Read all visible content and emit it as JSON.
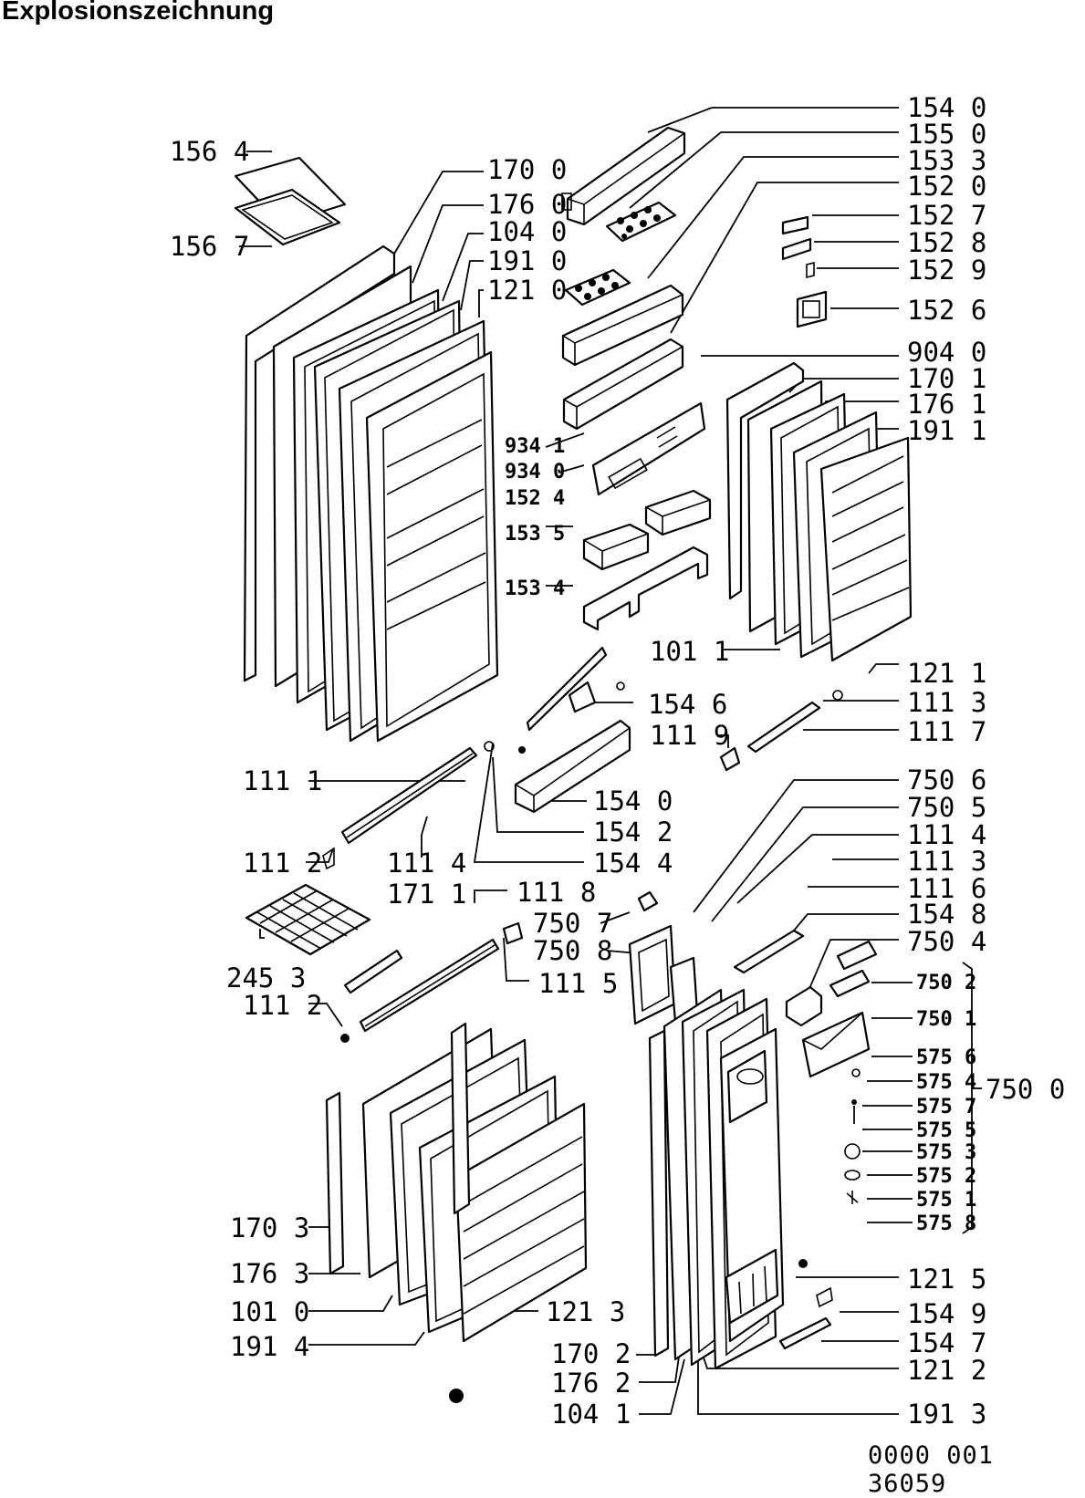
{
  "title": "Explosionszeichnung",
  "footer": "0000 001 36059",
  "labels": {
    "l1540a": "154 0",
    "l1550": "155 0",
    "l1533": "153 3",
    "l1520": "152 0",
    "l1527": "152 7",
    "l1528": "152 8",
    "l1529": "152 9",
    "l1526": "152 6",
    "l9040": "904 0",
    "l1701": "170 1",
    "l1761": "176 1",
    "l1911": "191 1",
    "l1564": "156 4",
    "l1567": "156 7",
    "l1700": "170 0",
    "l1760": "176 0",
    "l1040": "104 0",
    "l1910": "191 0",
    "l1210": "121 0",
    "l9341": "934 1",
    "l9340": "934 0",
    "l1524": "152 4",
    "l1535": "153 5",
    "l1534": "153 4",
    "l1011": "101 1",
    "l1211": "121 1",
    "l1546": "154 6",
    "l1113a": "111 3",
    "l1119": "111 9",
    "l1117": "111 7",
    "l1111": "111 1",
    "l1540b": "154 0",
    "l1542": "154 2",
    "l1544": "154 4",
    "l7506": "750 6",
    "l7505": "750 5",
    "l1114b": "111 4",
    "l1113b": "111 3",
    "l1116": "111 6",
    "l1548": "154 8",
    "l7504": "750 4",
    "l1112a": "111 2",
    "l1114a": "111 4",
    "l1711": "171 1",
    "l1118": "111 8",
    "l7507": "750 7",
    "l7508": "750 8",
    "l1115": "111 5",
    "l2453": "245 3",
    "l1112b": "111 2",
    "l7502": "750 2",
    "l7501": "750 1",
    "l5756": "575 6",
    "l5754": "575 4",
    "l5757": "575 7",
    "l5755": "575 5",
    "l5753": "575 3",
    "l5752": "575 2",
    "l5751": "575 1",
    "l5758": "575 8",
    "l7500": "750 0",
    "l1703": "170 3",
    "l1763": "176 3",
    "l1010": "101 0",
    "l1914": "191 4",
    "l1213": "121 3",
    "l1215": "121 5",
    "l1549": "154 9",
    "l1547": "154 7",
    "l1702": "170 2",
    "l1762": "176 2",
    "l1212": "121 2",
    "l1041": "104 1",
    "l1913": "191 3"
  }
}
